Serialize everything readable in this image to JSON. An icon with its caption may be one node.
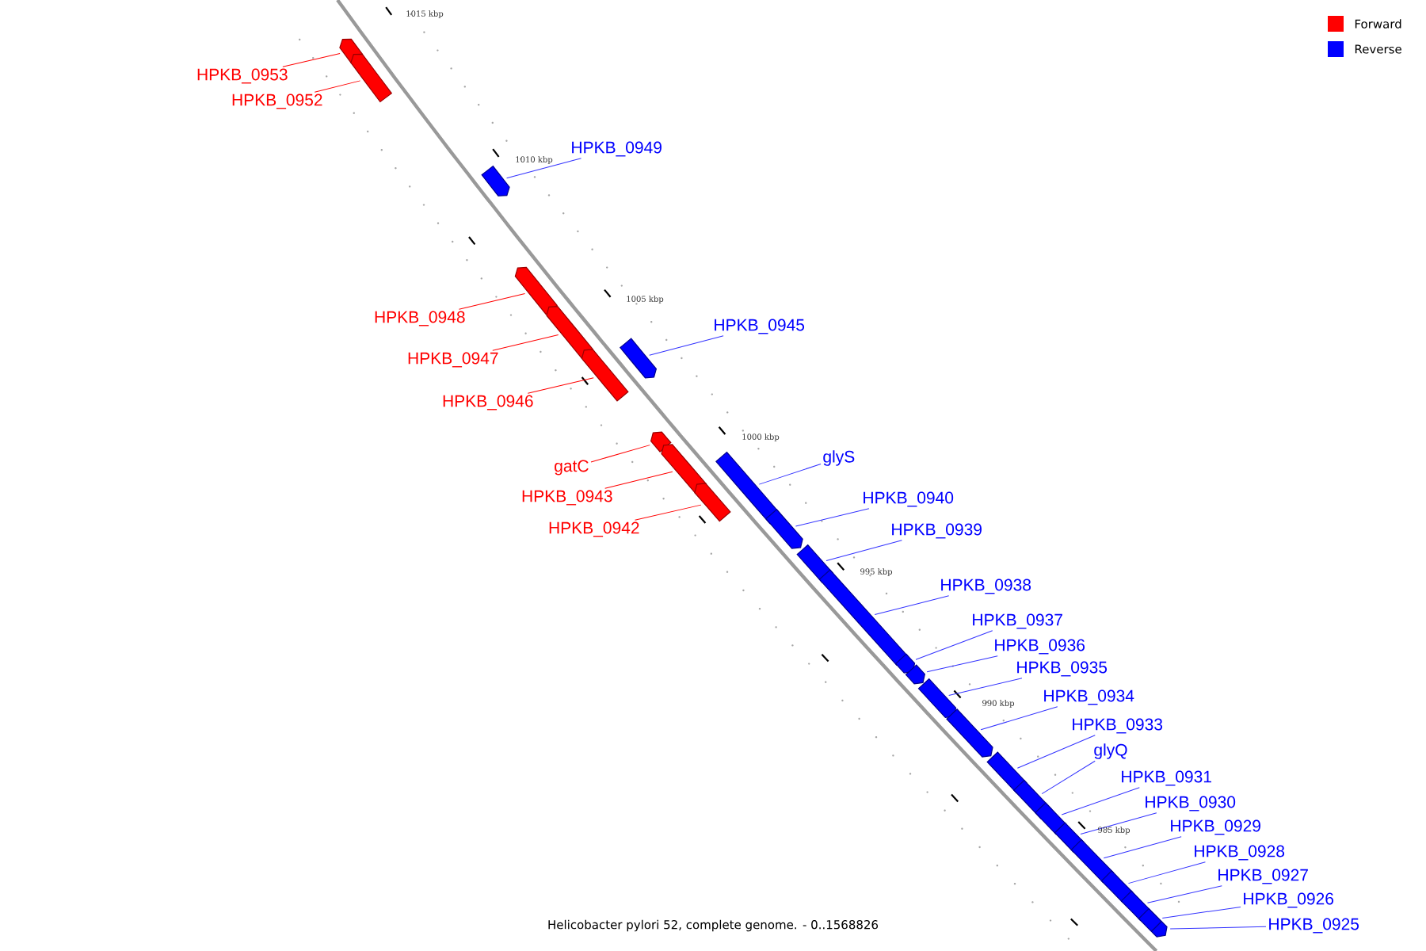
{
  "diagram": {
    "caption": "Helicobacter pylori 52, complete genome. - 0..1568826",
    "nodes": [
      {
        "text": [
          "HPKB_0953"
        ]
      },
      {
        "text": [],
        "shape": "arrow"
      },
      {
        "text": [
          "HPKB_0952"
        ]
      },
      {
        "text": [],
        "shape": "arrow"
      },
      {
        "text": [
          "HPKB_0949"
        ]
      },
      {
        "text": [],
        "shape": "arrow"
      },
      {
        "text": [
          "HPKB_0948"
        ]
      },
      {
        "text": [],
        "shape": "arrow"
      },
      {
        "text": [
          "HPKB_0947"
        ]
      },
      {
        "text": [],
        "shape": "arrow"
      },
      {
        "text": [
          "HPKB_0946"
        ]
      },
      {
        "text": [],
        "shape": "arrow"
      },
      {
        "text": [
          "HPKB_0945"
        ]
      },
      {
        "text": [],
        "shape": "arrow"
      },
      {
        "text": [
          "gatC"
        ]
      },
      {
        "text": [],
        "shape": "arrow"
      },
      {
        "text": [
          "HPKB_0943"
        ]
      },
      {
        "text": [],
        "shape": "arrow"
      },
      {
        "text": [
          "HPKB_0942"
        ]
      },
      {
        "text": [],
        "shape": "arrow"
      },
      {
        "text": [
          "glyS"
        ]
      },
      {
        "text": [],
        "shape": "arrow"
      },
      {
        "text": [
          "HPKB_0940"
        ]
      },
      {
        "text": [],
        "shape": "arrow"
      },
      {
        "text": [
          "HPKB_0939"
        ]
      },
      {
        "text": [],
        "shape": "arrow"
      },
      {
        "text": [
          "HPKB_0938"
        ]
      },
      {
        "text": [],
        "shape": "arrow"
      },
      {
        "text": [
          "HPKB_0937"
        ]
      },
      {
        "text": [],
        "shape": "arrow"
      },
      {
        "text": [
          "HPKB_0936"
        ]
      },
      {
        "text": [],
        "shape": "arrow"
      },
      {
        "text": [
          "HPKB_0935"
        ]
      },
      {
        "text": [],
        "shape": "arrow"
      },
      {
        "text": [
          "HPKB_0934"
        ]
      },
      {
        "text": [],
        "shape": "arrow"
      },
      {
        "text": [
          "HPKB_0933"
        ]
      },
      {
        "text": [],
        "shape": "arrow"
      },
      {
        "text": [
          "glyQ"
        ]
      },
      {
        "text": [],
        "shape": "arrow"
      },
      {
        "text": [
          "HPKB_0931"
        ]
      },
      {
        "text": [],
        "shape": "arrow"
      },
      {
        "text": [
          "HPKB_0930"
        ]
      },
      {
        "text": [],
        "shape": "arrow"
      },
      {
        "text": [
          "HPKB_0929"
        ]
      },
      {
        "text": [],
        "shape": "arrow"
      },
      {
        "text": [
          "HPKB_0928"
        ]
      },
      {
        "text": [],
        "shape": "arrow"
      },
      {
        "text": [
          "HPKB_0927"
        ]
      },
      {
        "text": [],
        "shape": "arrow"
      },
      {
        "text": [
          "HPKB_0926"
        ]
      },
      {
        "text": [],
        "shape": "arrow"
      },
      {
        "text": [
          "HPKB_0925"
        ]
      },
      {
        "text": [],
        "shape": "arrow"
      }
    ],
    "edges": [
      {
        "from": 0,
        "to": 1,
        "arrow": "none",
        "color": "#ff0000"
      },
      {
        "from": 2,
        "to": 3,
        "arrow": "none",
        "color": "#ff0000"
      },
      {
        "from": 4,
        "to": 5,
        "arrow": "none"
      },
      {
        "from": 6,
        "to": 7,
        "arrow": "none",
        "color": "#ff0000"
      },
      {
        "from": 8,
        "to": 9,
        "arrow": "none",
        "color": "#ff0000"
      },
      {
        "from": 10,
        "to": 11,
        "arrow": "none",
        "color": "#ff0000"
      },
      {
        "from": 12,
        "to": 13,
        "arrow": "none"
      },
      {
        "from": 14,
        "to": 15,
        "arrow": "none",
        "color": "#ff0000"
      },
      {
        "from": 16,
        "to": 17,
        "arrow": "none",
        "color": "#ff0000"
      },
      {
        "from": 18,
        "to": 19,
        "arrow": "none",
        "color": "#ff0000"
      },
      {
        "from": 20,
        "to": 21,
        "arrow": "none"
      },
      {
        "from": 22,
        "to": 23,
        "arrow": "none"
      },
      {
        "from": 24,
        "to": 25,
        "arrow": "none"
      },
      {
        "from": 26,
        "to": 27,
        "arrow": "none"
      },
      {
        "from": 28,
        "to": 29,
        "arrow": "none"
      },
      {
        "from": 30,
        "to": 31,
        "arrow": "none"
      },
      {
        "from": 32,
        "to": 33,
        "arrow": "none"
      },
      {
        "from": 34,
        "to": 35,
        "arrow": "none"
      },
      {
        "from": 36,
        "to": 37,
        "arrow": "none"
      },
      {
        "from": 38,
        "to": 39,
        "arrow": "none"
      },
      {
        "from": 40,
        "to": 41,
        "arrow": "none"
      },
      {
        "from": 42,
        "to": 43,
        "arrow": "none"
      },
      {
        "from": 44,
        "to": 45,
        "arrow": "none"
      },
      {
        "from": 46,
        "to": 47,
        "arrow": "none"
      },
      {
        "from": 48,
        "to": 49,
        "arrow": "none"
      },
      {
        "from": 50,
        "to": 51,
        "arrow": "none"
      },
      {
        "from": 52,
        "to": 53,
        "arrow": "none"
      }
    ],
    "labels": [
      "1015 kbp",
      "1010 kbp",
      "1005 kbp",
      "1000 kbp",
      "995 kbp",
      "990 kbp",
      "985 kbp"
    ],
    "legend": [
      {
        "text": "Forward",
        "color": "#ff0000"
      },
      {
        "text": "Reverse",
        "color": "#0000ff"
      }
    ]
  }
}
